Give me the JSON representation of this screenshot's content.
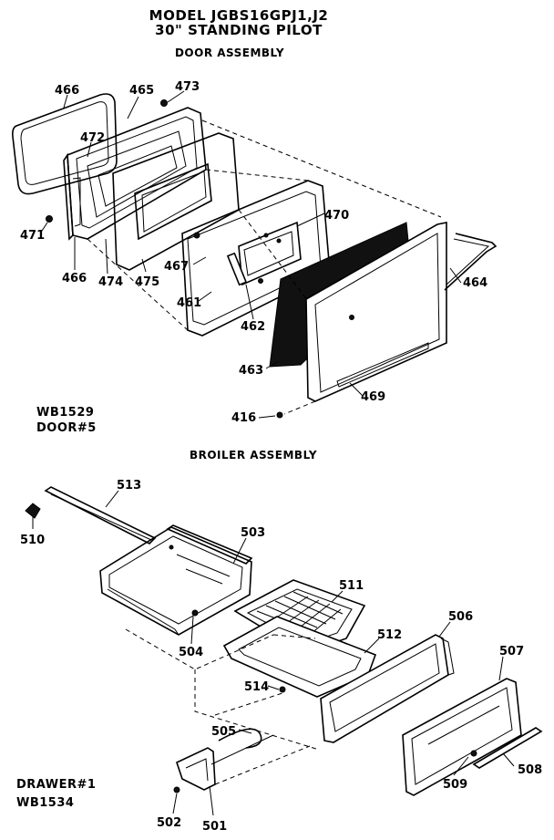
{
  "header": {
    "model": "MODEL JGBS16GPJ1,J2",
    "subtitle": "30\" STANDING PILOT"
  },
  "sections": {
    "door": "DOOR ASSEMBLY",
    "broiler": "BROILER ASSEMBLY"
  },
  "notes": {
    "door_part": "WB1529",
    "door_num": "DOOR#5",
    "drawer_num": "DRAWER#1",
    "drawer_part": "WB1534"
  },
  "parts": {
    "p466a": "466",
    "p465": "465",
    "p473": "473",
    "p472": "472",
    "p471": "471",
    "p466b": "466",
    "p474": "474",
    "p475": "475",
    "p467": "467",
    "p470": "470",
    "p461": "461",
    "p462": "462",
    "p464": "464",
    "p463": "463",
    "p469": "469",
    "p416": "416",
    "p513": "513",
    "p510": "510",
    "p503": "503",
    "p511": "511",
    "p504": "504",
    "p512": "512",
    "p506": "506",
    "p507": "507",
    "p514": "514",
    "p505": "505",
    "p508": "508",
    "p509": "509",
    "p502": "502",
    "p501": "501"
  }
}
